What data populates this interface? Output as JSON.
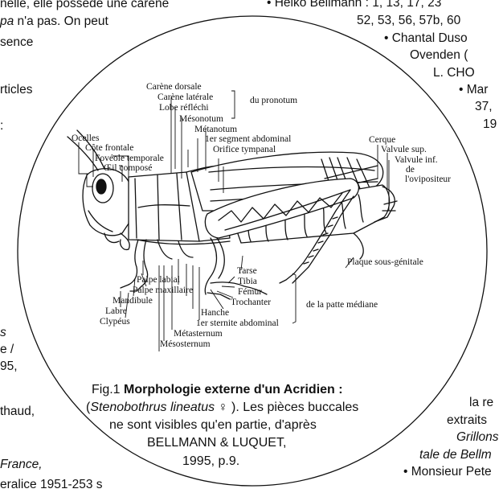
{
  "left_text": {
    "l1": "nelle, elle possède une carène",
    "l2a": "pa",
    "l2b": " n'a  pas. On peut",
    "l3": "sence",
    "l4": "rticles",
    "l5": ":",
    "l6": "s",
    "l7": "e /",
    "l8": "95,",
    "l9": "thaud,",
    "l10": "France,",
    "l11": "eralice 1951-253 s"
  },
  "right_text": {
    "r1": "• Heiko Bellmann : 1, 13, 17, 23",
    "r2": "52, 53, 56, 57b, 60",
    "r3": "• Chantal Duso",
    "r4": "Ovenden  (",
    "r5": "L. CHO",
    "r6": "• Mar",
    "r7": "37,",
    "r8": "19",
    "r9": "la re",
    "r10": "extraits",
    "r11": "Grillons",
    "r12": "tale de Bellm",
    "r13": "• Monsieur Pete"
  },
  "labels": {
    "carene_dorsale": "Carène dorsale",
    "carene_laterale": "Carène latérale",
    "lobe_reflechi": "Lobe réfléchi",
    "du_pronotum": "du pronotum",
    "mesonotum": "Mésonotum",
    "metanotum": "Métanotum",
    "segment_abdominal": "1er segment abdominal",
    "orifice_tympanal": "Orifice tympanal",
    "ocelles": "Ocelles",
    "cote_frontale": "Côte frontale",
    "foveole_temporale": "Fovéole temporale",
    "oeil_compose": "Œil composé",
    "cerque": "Cerque",
    "valvule_sup": "Valvule sup.",
    "valvule_inf": "Valvule inf.",
    "de": "de",
    "l_ovipositeur": "l'ovipositeur",
    "plaque_sous_genitale": "Plaque sous-génitale",
    "palpe_labial": "Palpe labial",
    "palpe_maxillaire": "Palpe maxillaire",
    "mandibule": "Mandibule",
    "labre": "Labre",
    "clypeus": "Clypéus",
    "tarse": "Tarse",
    "tibia": "Tibia",
    "femur": "Fémur",
    "trochanter": "Trochanter",
    "hanche": "Hanche",
    "sternite_abdominal": "1er sternite abdominal",
    "metasternum": "Métasternum",
    "mesosternum": "Mésosternum",
    "de_la_patte_mediane": "de la patte médiane"
  },
  "caption": {
    "fig_prefix": "Fig.1 ",
    "fig_title": "Morphologie externe d'un Acridien :",
    "line2_open": "(",
    "species": "Stenobothrus lineatus",
    "female_symbol": " ♀ ",
    "line2_rest": "). Les pièces buccales",
    "line3": "ne sont visibles qu'en partie, d'après",
    "line4": "BELLMANN & LUQUET,",
    "line5": "1995, p.9."
  }
}
